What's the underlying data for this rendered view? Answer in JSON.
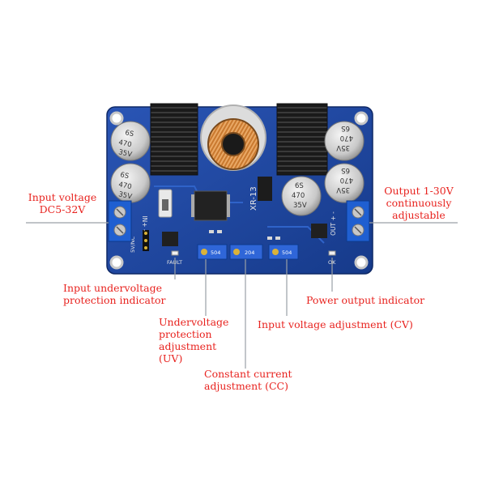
{
  "board": {
    "chip_label": "XR-13",
    "cap_ratings": [
      "6S",
      "470",
      "35V"
    ],
    "terminal_in": "IN+ -",
    "terminal_out": "OUT + -",
    "pot_code": "504",
    "pot_code_mid": "204",
    "fault_label": "FAULT",
    "ok_label": "OK",
    "mode_label": "5V/NC"
  },
  "labels": {
    "input_voltage": [
      "Input voltage",
      "DC5-32V"
    ],
    "output": [
      "Output 1-30V",
      "continuously",
      "adjustable"
    ],
    "uv_indicator": [
      "Input undervoltage",
      "protection indicator"
    ],
    "power_indicator": "Power output indicator",
    "uv_adjust": [
      "Undervoltage",
      "protection",
      "adjustment",
      "(UV)"
    ],
    "cv_adjust": "Input voltage adjustment (CV)",
    "cc_adjust": [
      "Constant current",
      "adjustment (CC)"
    ]
  },
  "colors": {
    "label": "#e8231f",
    "line": "#9aa0a6",
    "pcb": "#1d3f93",
    "heatsink": "#1c1c1c",
    "terminal": "#1f5fd1"
  }
}
